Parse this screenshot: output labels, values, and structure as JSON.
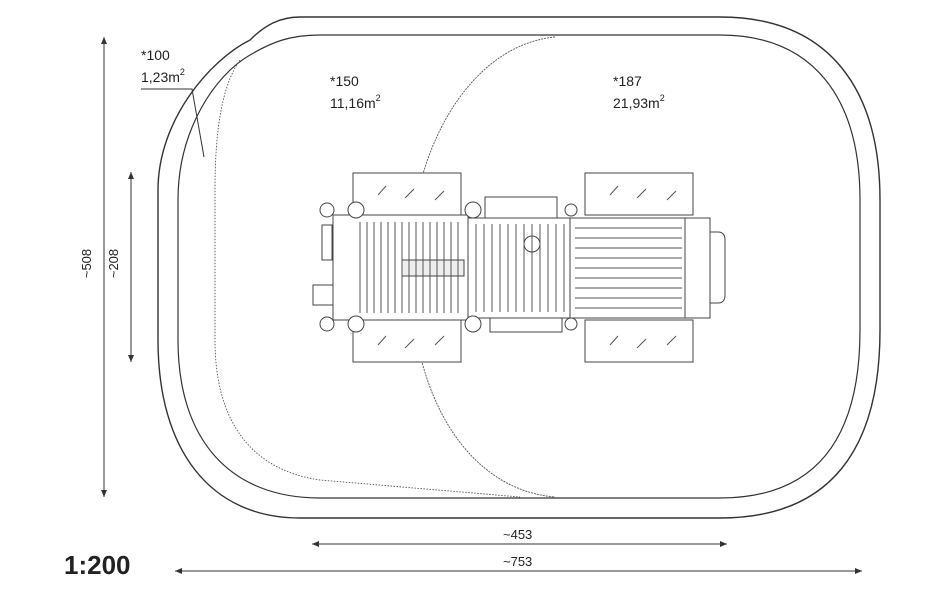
{
  "zones": [
    {
      "code": "*100",
      "area": "1,23m",
      "unit_exp": "2"
    },
    {
      "code": "*150",
      "area": "11,16m",
      "unit_exp": "2"
    },
    {
      "code": "*187",
      "area": "21,93m",
      "unit_exp": "2"
    }
  ],
  "dimensions": {
    "height_total": "~508",
    "height_equipment": "~208",
    "width_equipment": "~453",
    "width_total": "~753"
  },
  "scale": "1:200",
  "colors": {
    "line": "#333333",
    "background": "#ffffff"
  }
}
